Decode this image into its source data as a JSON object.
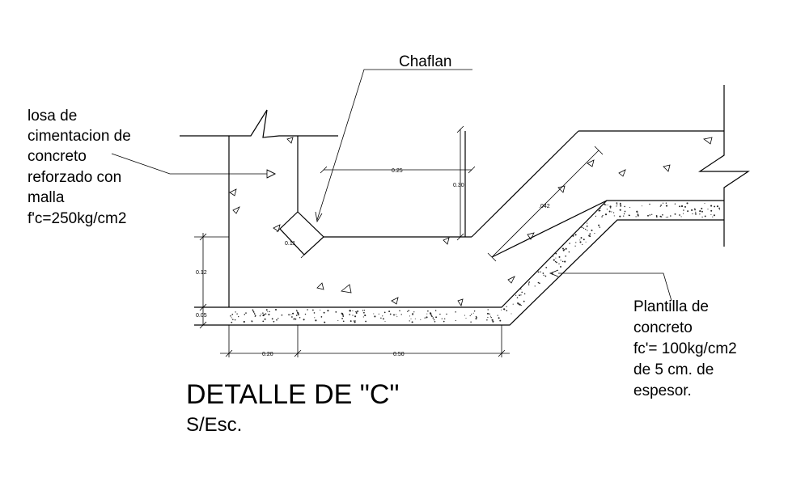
{
  "title": "DETALLE DE \"C\"",
  "subtitle": "S/Esc.",
  "labels": {
    "losa": [
      "losa de",
      "cimentacion de",
      "concreto",
      "reforzado con",
      "malla",
      "f'c=250kg/cm2"
    ],
    "chaflan": "Chaflan",
    "plantilla": [
      "Plantilla de",
      "concreto",
      "fc'= 100kg/cm2",
      "de 5 cm. de",
      "espesor."
    ]
  },
  "dimensions": {
    "d025": "0.25",
    "d030": "0.30",
    "d042": ".042",
    "d011": "0.11",
    "d012": "0.12",
    "d005": "0.05",
    "d020": "0.20",
    "d050": "0.50"
  }
}
